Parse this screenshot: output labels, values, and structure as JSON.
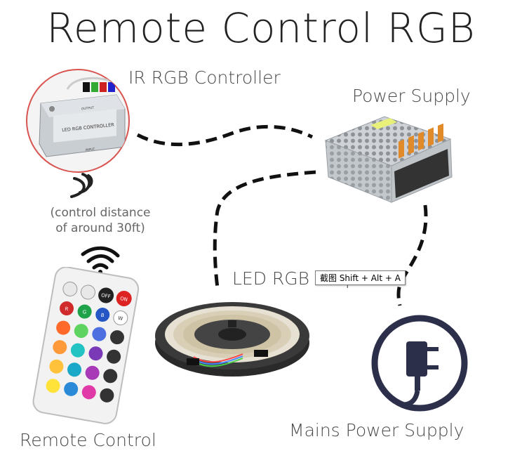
{
  "title": "Remote Control RGB",
  "labels": {
    "ir_controller": "IR RGB Controller",
    "power_supply": "Power Supply",
    "control_distance": "(control distance of around 30ft)",
    "led_strip": "LED RGB Strip",
    "remote_control": "Remote Control",
    "mains_power": "Mains Power Supply"
  },
  "controller_text": {
    "model": "LED RGB CONTROLLER",
    "output": "OUTPUT",
    "input": "INPUT"
  },
  "remote_buttons": {
    "off": "OFF",
    "on": "ON",
    "r": "R",
    "g": "G",
    "b": "B",
    "w": "W"
  },
  "tooltip": "截图 Shift + Alt + A",
  "colors": {
    "wire": "#111111",
    "mains_icon": "#2b2f4a",
    "controller_ring": "#d9534f",
    "remote_body": "#f2f2f2"
  },
  "icons": [
    "wifi-signal-icon",
    "plug-icon"
  ]
}
